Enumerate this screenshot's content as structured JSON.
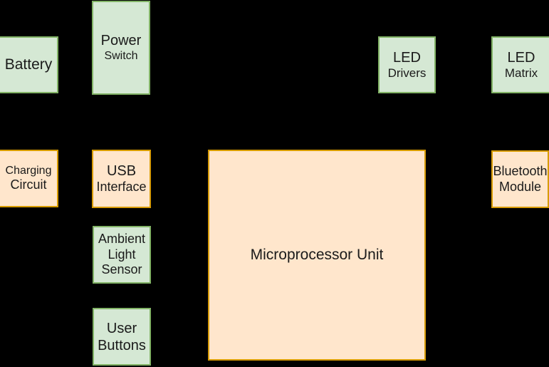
{
  "diagram": {
    "background_color": "#000000",
    "palette": {
      "green_fill": "#d5e8d4",
      "green_border": "#82b366",
      "orange_fill": "#ffe6cc",
      "orange_border": "#d79b00",
      "text_color": "#1a1a1a"
    },
    "nodes": {
      "battery": {
        "label": "Battery",
        "color": "green",
        "lines": [
          "Battery"
        ]
      },
      "power_switch": {
        "label": "Power Switch",
        "color": "green",
        "lines": [
          "Power",
          "Switch"
        ]
      },
      "led_drivers": {
        "label": "LED Drivers",
        "color": "green",
        "lines": [
          "LED",
          "Drivers"
        ]
      },
      "led_matrix": {
        "label": "LED Matrix",
        "color": "green",
        "lines": [
          "LED",
          "Matrix"
        ]
      },
      "charging_circuit": {
        "label": "Charging Circuit",
        "color": "orange",
        "lines": [
          "Charging",
          "Circuit"
        ]
      },
      "usb_interface": {
        "label": "USB Interface",
        "color": "orange",
        "lines": [
          "USB",
          "Interface"
        ]
      },
      "microprocessor_unit": {
        "label": "Microprocessor Unit",
        "color": "orange",
        "lines": [
          "Microprocessor Unit"
        ]
      },
      "bluetooth_module": {
        "label": "Bluetooth Module",
        "color": "orange",
        "lines": [
          "Bluetooth",
          "Module"
        ]
      },
      "ambient_light_sensor": {
        "label": "Ambient Light Sensor",
        "color": "green",
        "lines": [
          "Ambient",
          "Light",
          "Sensor"
        ]
      },
      "user_buttons": {
        "label": "User Buttons",
        "color": "green",
        "lines": [
          "User",
          "Buttons"
        ]
      }
    }
  }
}
